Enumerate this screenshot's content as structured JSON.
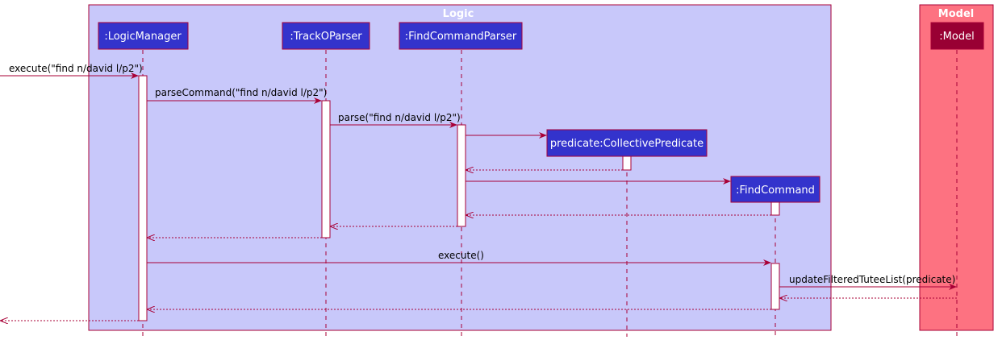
{
  "colors": {
    "logic_fill": "#c8c8fa",
    "model_fill": "#fd7281",
    "participant_fill": "#3333cc",
    "model_participant_fill": "#990033",
    "border": "#a80036",
    "arrow": "#a80036",
    "activation_fill": "#ffffff"
  },
  "groups": {
    "logic": {
      "title": "Logic"
    },
    "model": {
      "title": "Model"
    }
  },
  "participants": {
    "logic_manager": ":LogicManager",
    "tracko_parser": ":TrackOParser",
    "find_command_parser": ":FindCommandParser",
    "predicate": "predicate:CollectivePredicate",
    "find_command": ":FindCommand",
    "model": ":Model"
  },
  "messages": {
    "execute_in": "execute(\"find n/david l/p2\")",
    "parse_command": "parseCommand(\"find n/david l/p2\")",
    "parse": "parse(\"find n/david l/p2\")",
    "execute": "execute()",
    "update_filtered": "updateFilteredTuteeList(predicate)"
  }
}
